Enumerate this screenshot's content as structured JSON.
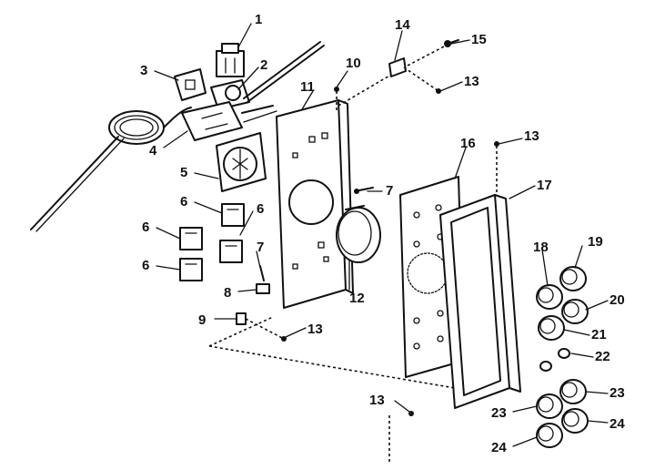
{
  "diagram": {
    "callouts": {
      "c1": "1",
      "c2": "2",
      "c3": "3",
      "c4": "4",
      "c5": "5",
      "c6a": "6",
      "c6b": "6",
      "c6c": "6",
      "c6d": "6",
      "c7a": "7",
      "c7b": "7",
      "c8": "8",
      "c9": "9",
      "c10": "10",
      "c11": "11",
      "c12": "12",
      "c13a": "13",
      "c13b": "13",
      "c13c": "13",
      "c13d": "13",
      "c14": "14",
      "c15": "15",
      "c16": "16",
      "c17": "17",
      "c18": "18",
      "c19": "19",
      "c20": "20",
      "c21": "21",
      "c22": "22",
      "c23a": "23",
      "c23b": "23",
      "c24a": "24",
      "c24b": "24"
    }
  }
}
